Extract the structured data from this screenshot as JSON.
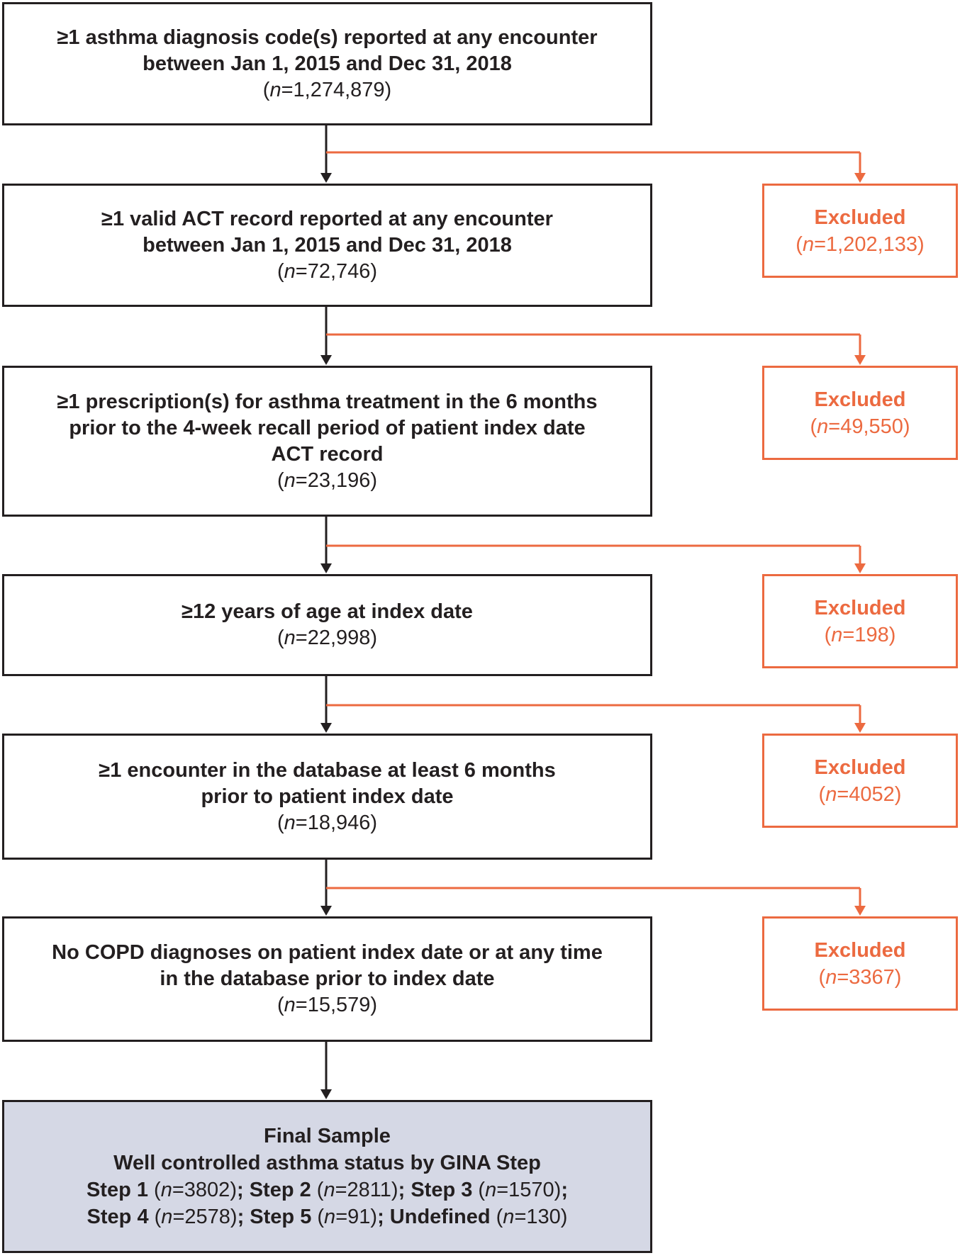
{
  "colors": {
    "main": "#231f20",
    "excluded": "#ec6a40",
    "final_fill": "#d5d8e5"
  },
  "n_prefix": "n",
  "steps": [
    {
      "criterion_lines": [
        "≥1 asthma diagnosis code(s) reported at any encounter",
        "between Jan 1, 2015 and Dec 31, 2018"
      ],
      "n": "1,274,879"
    },
    {
      "criterion_lines": [
        "≥1 valid ACT record reported at any encounter",
        "between Jan 1, 2015 and Dec 31, 2018"
      ],
      "n": "72,746"
    },
    {
      "criterion_lines": [
        "≥1 prescription(s) for asthma treatment in the 6 months",
        "prior to the 4-week recall period of patient index date",
        "ACT record"
      ],
      "n": "23,196"
    },
    {
      "criterion_lines": [
        "≥12 years of age at index date"
      ],
      "n": "22,998"
    },
    {
      "criterion_lines": [
        "≥1 encounter in the database at least 6 months",
        "prior to patient index date"
      ],
      "n": "18,946"
    },
    {
      "criterion_lines": [
        "No COPD diagnoses on patient index date or at any time",
        "in the database prior to index date"
      ],
      "n": "15,579"
    }
  ],
  "exclusions": [
    {
      "label": "Excluded",
      "n": "1,202,133"
    },
    {
      "label": "Excluded",
      "n": "49,550"
    },
    {
      "label": "Excluded",
      "n": "198"
    },
    {
      "label": "Excluded",
      "n": "4052"
    },
    {
      "label": "Excluded",
      "n": "3367"
    }
  ],
  "final": {
    "title": "Final Sample",
    "subtitle": "Well controlled asthma status by GINA Step",
    "groups": [
      {
        "label": "Step 1",
        "n": "3802"
      },
      {
        "label": "Step 2",
        "n": "2811"
      },
      {
        "label": "Step 3",
        "n": "1570"
      },
      {
        "label": "Step 4",
        "n": "2578"
      },
      {
        "label": "Step 5",
        "n": "91"
      },
      {
        "label": "Undefined",
        "n": "130"
      }
    ]
  }
}
